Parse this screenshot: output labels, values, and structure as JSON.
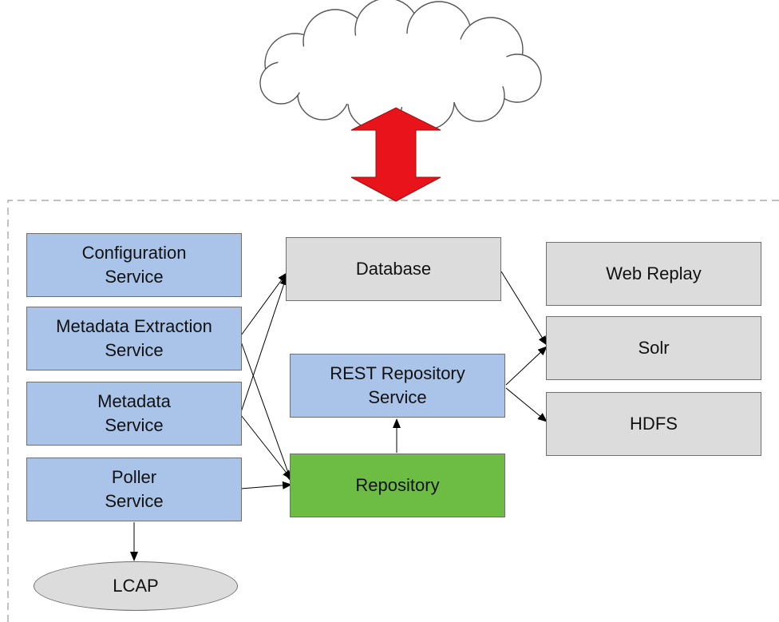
{
  "colors": {
    "service_blue": "#a9c4e8",
    "store_gray": "#dcdcdc",
    "repository_green": "#6dbd45",
    "arrow_red": "#e8131b",
    "cloud_fill": "#ffffff"
  },
  "nodes": {
    "configuration_service": "Configuration\nService",
    "metadata_extraction_service": "Metadata Extraction\nService",
    "metadata_service": "Metadata\nService",
    "poller_service": "Poller\nService",
    "lcap": "LCAP",
    "database": "Database",
    "rest_repository_service": "REST Repository\nService",
    "repository": "Repository",
    "web_replay": "Web Replay",
    "solr": "Solr",
    "hdfs": "HDFS"
  },
  "icons": {
    "cloud": "cloud-icon",
    "bidirectional_arrow": "double-arrow-icon"
  }
}
